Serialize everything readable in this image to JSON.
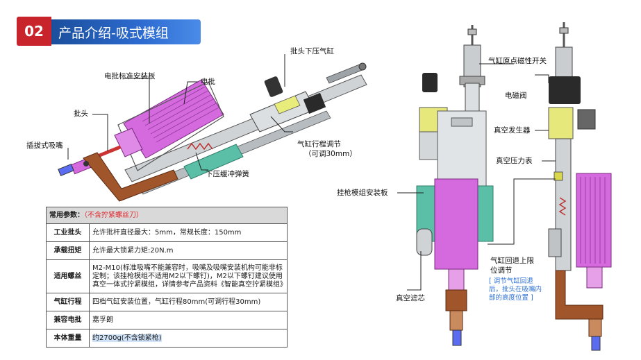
{
  "header": {
    "number": "02",
    "title": "产品介绍-吸式模组"
  },
  "callouts": {
    "tip_cylinder": "批头下压气缸",
    "bracket": "电批标准安装板",
    "screwdriver": "电批",
    "bit": "批头",
    "nozzle": "插拔式吸嘴",
    "stroke_adjust": "气缸行程调节",
    "stroke_adjust_note": "（可调30mm）",
    "buffer_spring": "下压缓冲弹簧",
    "origin_switch": "气缸原点磁性开关",
    "solenoid": "电磁阀",
    "vacuum_generator": "真空发生器",
    "vacuum_gauge": "真空压力表",
    "gun_mount": "挂枪模组安装板",
    "retract_limit": "气缸回退上限",
    "retract_limit_2": "位调节",
    "retract_note": "[ 调节气缸回退后，批头在吸嘴内部的高度位置 ]",
    "vacuum_filter": "真空滤芯"
  },
  "spec_table": {
    "header_label": "常用参数：",
    "header_note": "（不含拧紧螺丝刀）",
    "rows": [
      {
        "key": "工业批头",
        "value": "允许批杆直径最大：5mm，常规长度：150mm"
      },
      {
        "key": "承载扭矩",
        "value": "允许最大锁紧力矩:20N.m"
      },
      {
        "key": "适用螺丝",
        "value": "M2-M10(标准吸嘴不能兼容时，吸嘴及吸嘴安装机构可能非标定制；该挂枪模组不适用M2以下螺钉)，M2以下螺钉建议使用真空一体式拧紧模组，详情参考产品资料《智能真空拧紧模组》"
      },
      {
        "key": "气缸行程",
        "value": "四档气缸安装位置，气缸行程80mm(可调行程30mm)"
      },
      {
        "key": "兼容电批",
        "value": "嘉孚朗"
      },
      {
        "key": "本体重量",
        "value": "约2700g(不含锁紧枪)"
      }
    ]
  },
  "colors": {
    "brand_red": "#c8242b",
    "title_blue": "#2d6bd0",
    "screwdriver_magenta": "#d56adf",
    "mount_teal": "#5bbfa7",
    "bracket_brown": "#a0552b"
  }
}
